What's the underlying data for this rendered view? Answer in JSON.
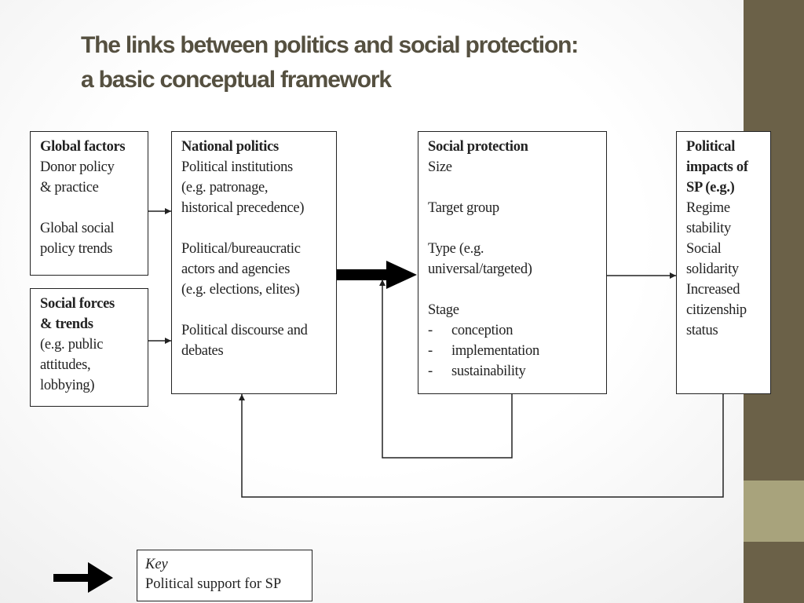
{
  "slide": {
    "title_line1": "The links between politics and social protection:",
    "title_line2": "a basic conceptual framework"
  },
  "boxes": {
    "global_factors": {
      "heading": "Global factors",
      "lines": [
        "Donor policy",
        "& practice",
        "",
        "Global social",
        "policy trends"
      ]
    },
    "social_forces": {
      "heading_lines": [
        "Social forces",
        "& trends"
      ],
      "lines": [
        "(e.g. public",
        "attitudes,",
        "lobbying)"
      ]
    },
    "national_politics": {
      "heading": "National politics",
      "lines": [
        "Political institutions",
        "(e.g. patronage,",
        "historical precedence)",
        "",
        "Political/bureaucratic",
        "actors and agencies",
        "(e.g. elections, elites)",
        "",
        "Political discourse and",
        "debates"
      ]
    },
    "social_protection": {
      "heading": "Social protection",
      "lines": [
        "Size",
        "",
        "Target group",
        "",
        "Type (e.g.",
        "universal/targeted)",
        "",
        "Stage"
      ],
      "stages": [
        "conception",
        "implementation",
        "sustainability"
      ],
      "stage_marker": "-"
    },
    "political_impacts": {
      "heading_lines": [
        "Political",
        "impacts of",
        "SP (e.g.)"
      ],
      "lines": [
        "Regime",
        "stability",
        "Social",
        "solidarity",
        "Increased",
        "citizenship",
        "status"
      ]
    }
  },
  "key": {
    "title": "Key",
    "label": "Political support for SP"
  },
  "colors": {
    "sidebar_dark": "#6b6148",
    "sidebar_light": "#a8a37c",
    "title": "#555040"
  }
}
